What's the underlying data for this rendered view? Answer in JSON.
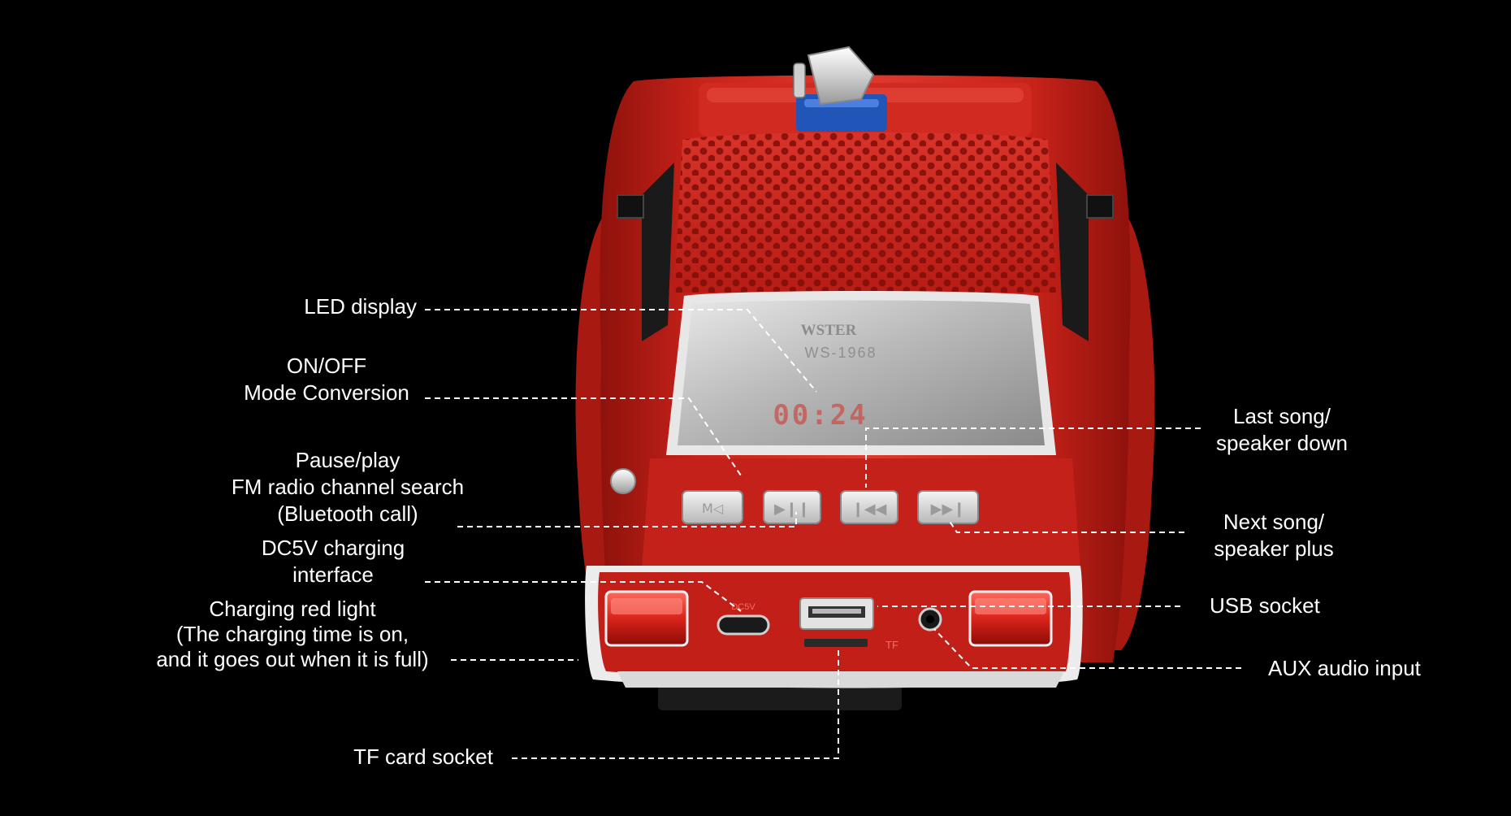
{
  "colors": {
    "background": "#000000",
    "car_body": "#c8231b",
    "label_text": "#ffffff",
    "leader_line": "#ffffff"
  },
  "product": {
    "brand": "WSTER",
    "model": "WS-1968",
    "clock_display": "00:24",
    "port_label_dc": "DC5V",
    "port_label_tf": "TF",
    "icon_names": [
      "mode-icon",
      "play-pause-icon",
      "previous-icon",
      "next-icon"
    ]
  },
  "callouts": {
    "led_display": [
      "LED display"
    ],
    "on_off_mode": [
      "ON/OFF",
      "Mode Conversion"
    ],
    "pause_play": [
      "Pause/play",
      "FM radio channel search",
      "(Bluetooth call)"
    ],
    "dc5v_charging": [
      "DC5V charging",
      "interface"
    ],
    "charging_light": [
      "Charging red light",
      "(The charging time is on,",
      "and it goes out when it is full)"
    ],
    "tf_card": [
      "TF card socket"
    ],
    "last_song": [
      "Last song/",
      "speaker down"
    ],
    "next_song": [
      "Next song/",
      "speaker plus"
    ],
    "usb_socket": [
      "USB socket"
    ],
    "aux_input": [
      "AUX audio input"
    ]
  }
}
